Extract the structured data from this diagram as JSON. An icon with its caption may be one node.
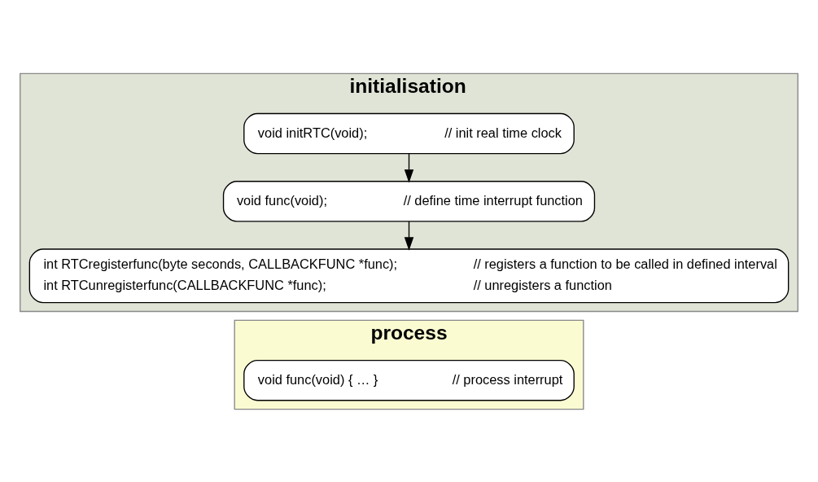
{
  "diagram": {
    "nodes": [
      {
        "text": [
          "initialisation"
        ]
      },
      {
        "text": [
          "void initRTC(void);",
          "// init real time clock"
        ],
        "in": 0
      },
      {
        "text": [
          "void func(void);",
          "// define time interrupt function"
        ],
        "in": 0
      },
      {
        "text": [
          "int RTCregisterfunc(byte seconds, CALLBACKFUNC *func);",
          "// registers a function to be called in defined interval",
          "int RTCunregisterfunc(CALLBACKFUNC *func);",
          "// unregisters a function"
        ],
        "in": 0
      },
      {
        "text": [
          "process"
        ]
      },
      {
        "text": [
          "void func(void) { … }",
          "// process interrupt"
        ],
        "in": 4
      }
    ],
    "edges": [
      {
        "from": 1,
        "to": 2,
        "arrow": "to"
      },
      {
        "from": 2,
        "to": 3,
        "arrow": "to"
      }
    ]
  }
}
